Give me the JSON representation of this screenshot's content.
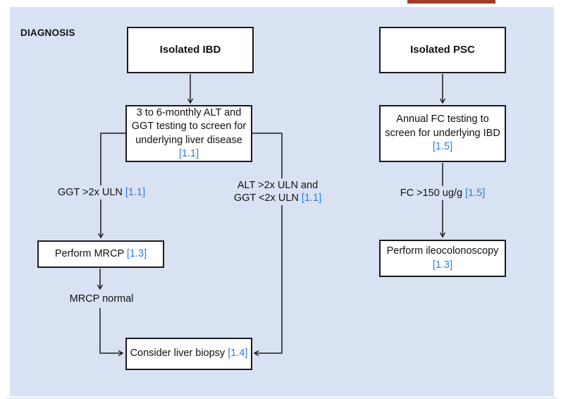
{
  "page": {
    "section_label": "DIAGNOSIS",
    "colors": {
      "top_bar": "#A23B2B",
      "panel_background": "#D9E2F3",
      "citation_blue": "#2B7CE0",
      "box_border": "#1b1b1b"
    }
  },
  "flowchart": {
    "ibd_branch": {
      "start": {
        "label": "Isolated IBD"
      },
      "screening": {
        "text": "3 to 6-monthly ALT and GGT testing to screen for underlying liver disease",
        "cite": "[1.1]"
      },
      "ggt_condition": {
        "text": "GGT >2x ULN",
        "cite": "[1.1]"
      },
      "alt_condition": {
        "line1": "ALT >2x ULN and",
        "line2": "GGT <2x ULN",
        "cite": "[1.1]"
      },
      "mrcp": {
        "text": "Perform MRCP",
        "cite": "[1.3]"
      },
      "mrcp_normal": {
        "text": "MRCP normal"
      },
      "biopsy": {
        "text": "Consider liver biopsy",
        "cite": "[1.4]"
      }
    },
    "psc_branch": {
      "start": {
        "label": "Isolated PSC"
      },
      "screening": {
        "text": "Annual FC testing to screen for underlying IBD",
        "cite": "[1.5]"
      },
      "fc_condition": {
        "text": "FC >150 ug/g",
        "cite": "[1.5]"
      },
      "ileocolonoscopy": {
        "text": "Perform ileocolonoscopy",
        "cite": "[1.3]"
      }
    }
  }
}
